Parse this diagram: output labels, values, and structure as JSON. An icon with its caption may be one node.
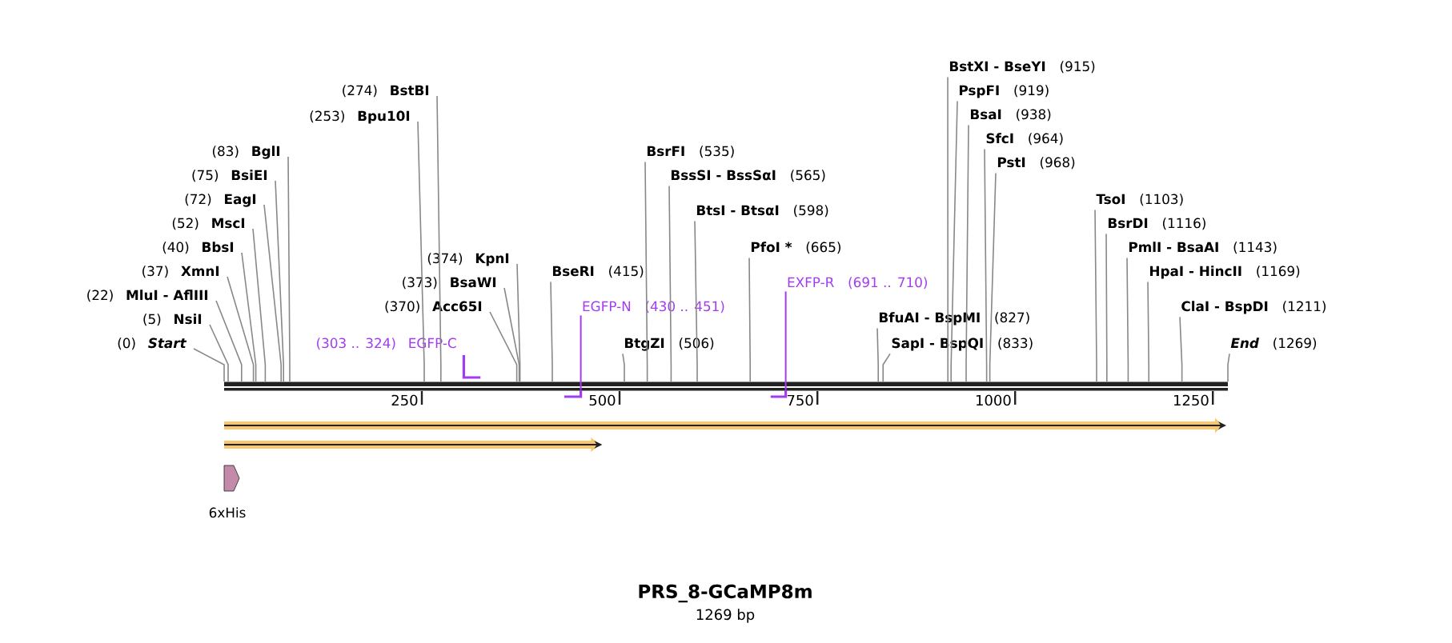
{
  "diagram": {
    "title": "PRS_8-GCaMP8m",
    "caption": "1269 bp",
    "nodes": [
      {
        "text": [],
        "shape": "bar"
      },
      {
        "text": [
          "Start"
        ],
        "beside": [
          "(0)"
        ]
      },
      {
        "text": [
          "NsiI"
        ],
        "beside": [
          "(5)"
        ]
      },
      {
        "text": [
          "MluI - AflIII"
        ],
        "beside": [
          "(22)"
        ]
      },
      {
        "text": [
          "XmnI"
        ],
        "beside": [
          "(37)"
        ]
      },
      {
        "text": [
          "BbsI"
        ],
        "beside": [
          "(40)"
        ]
      },
      {
        "text": [
          "MscI"
        ],
        "beside": [
          "(52)"
        ]
      },
      {
        "text": [
          "EagI"
        ],
        "beside": [
          "(72)"
        ]
      },
      {
        "text": [
          "BsiEI"
        ],
        "beside": [
          "(75)"
        ]
      },
      {
        "text": [
          "BglI"
        ],
        "beside": [
          "(83)"
        ]
      },
      {
        "text": [
          "Bpu10I"
        ],
        "beside": [
          "(253)"
        ]
      },
      {
        "text": [
          "BstBI"
        ],
        "beside": [
          "(274)"
        ]
      },
      {
        "text": [
          "Acc65I"
        ],
        "beside": [
          "(370)"
        ]
      },
      {
        "text": [
          "BsaWI"
        ],
        "beside": [
          "(373)"
        ]
      },
      {
        "text": [
          "KpnI"
        ],
        "beside": [
          "(374)"
        ]
      },
      {
        "text": [
          "BseRI"
        ],
        "beside": [
          "(415)"
        ]
      },
      {
        "text": [
          "BtgZI"
        ],
        "beside": [
          "(506)"
        ]
      },
      {
        "text": [
          "BsrFI"
        ],
        "beside": [
          "(535)"
        ]
      },
      {
        "text": [
          "BssSI - BssSαI"
        ],
        "beside": [
          "(565)"
        ]
      },
      {
        "text": [
          "BtsI - BtsαI"
        ],
        "beside": [
          "(598)"
        ]
      },
      {
        "text": [
          "PfoI *"
        ],
        "beside": [
          "(665)"
        ]
      },
      {
        "text": [
          "BfuAI - BspMI"
        ],
        "beside": [
          "(827)"
        ]
      },
      {
        "text": [
          "SapI - BspQI"
        ],
        "beside": [
          "(833)"
        ]
      },
      {
        "text": [
          "BstXI - BseYI"
        ],
        "beside": [
          "(915)"
        ]
      },
      {
        "text": [
          "PspFI"
        ],
        "beside": [
          "(919)"
        ]
      },
      {
        "text": [
          "BsaI"
        ],
        "beside": [
          "(938)"
        ]
      },
      {
        "text": [
          "SfcI"
        ],
        "beside": [
          "(964)"
        ]
      },
      {
        "text": [
          "PstI"
        ],
        "beside": [
          "(968)"
        ]
      },
      {
        "text": [
          "TsoI"
        ],
        "beside": [
          "(1103)"
        ]
      },
      {
        "text": [
          "BsrDI"
        ],
        "beside": [
          "(1116)"
        ]
      },
      {
        "text": [
          "PmlI - BsaAI"
        ],
        "beside": [
          "(1143)"
        ]
      },
      {
        "text": [
          "HpaI - HincII"
        ],
        "beside": [
          "(1169)"
        ]
      },
      {
        "text": [
          "ClaI - BspDI"
        ],
        "beside": [
          "(1211)"
        ]
      },
      {
        "text": [
          "End"
        ],
        "beside": [
          "(1269)"
        ]
      },
      {
        "text": [
          "EGFP-C"
        ],
        "beside": [
          "(303 .. 324)"
        ]
      },
      {
        "text": [
          "EGFP-N"
        ],
        "beside": [
          "(430 .. 451)"
        ]
      },
      {
        "text": [
          "EXFP-R"
        ],
        "beside": [
          "(691 .. 710)"
        ]
      },
      {
        "text": [],
        "shape": "bracket"
      },
      {
        "text": [],
        "shape": "bracket"
      },
      {
        "text": [],
        "shape": "bracket"
      },
      {
        "text": [],
        "shape": "arrow"
      },
      {
        "text": [],
        "shape": "arrow"
      },
      {
        "text": [
          "6xHis"
        ]
      }
    ],
    "edges": [
      {
        "from": 1,
        "to": 0,
        "arrow": "none"
      },
      {
        "from": 2,
        "to": 0,
        "arrow": "none"
      },
      {
        "from": 3,
        "to": 0,
        "arrow": "none"
      },
      {
        "from": 4,
        "to": 0,
        "arrow": "none"
      },
      {
        "from": 5,
        "to": 0,
        "arrow": "none"
      },
      {
        "from": 6,
        "to": 0,
        "arrow": "none"
      },
      {
        "from": 7,
        "to": 0,
        "arrow": "none"
      },
      {
        "from": 8,
        "to": 0,
        "arrow": "none"
      },
      {
        "from": 9,
        "to": 0,
        "arrow": "none"
      },
      {
        "from": 10,
        "to": 0,
        "arrow": "none"
      },
      {
        "from": 11,
        "to": 0,
        "arrow": "none"
      },
      {
        "from": 12,
        "to": 0,
        "arrow": "none"
      },
      {
        "from": 13,
        "to": 0,
        "arrow": "none"
      },
      {
        "from": 14,
        "to": 0,
        "arrow": "none"
      },
      {
        "from": 15,
        "to": 0,
        "arrow": "none"
      },
      {
        "from": 16,
        "to": 0,
        "arrow": "none"
      },
      {
        "from": 17,
        "to": 0,
        "arrow": "none"
      },
      {
        "from": 18,
        "to": 0,
        "arrow": "none"
      },
      {
        "from": 19,
        "to": 0,
        "arrow": "none"
      },
      {
        "from": 20,
        "to": 0,
        "arrow": "none"
      },
      {
        "from": 21,
        "to": 0,
        "arrow": "none"
      },
      {
        "from": 22,
        "to": 0,
        "arrow": "none"
      },
      {
        "from": 23,
        "to": 0,
        "arrow": "none"
      },
      {
        "from": 24,
        "to": 0,
        "arrow": "none"
      },
      {
        "from": 25,
        "to": 0,
        "arrow": "none"
      },
      {
        "from": 26,
        "to": 0,
        "arrow": "none"
      },
      {
        "from": 27,
        "to": 0,
        "arrow": "none"
      },
      {
        "from": 28,
        "to": 0,
        "arrow": "none"
      },
      {
        "from": 29,
        "to": 0,
        "arrow": "none"
      },
      {
        "from": 30,
        "to": 0,
        "arrow": "none"
      },
      {
        "from": 31,
        "to": 0,
        "arrow": "none"
      },
      {
        "from": 32,
        "to": 0,
        "arrow": "none"
      },
      {
        "from": 33,
        "to": 0,
        "arrow": "none"
      },
      {
        "from": 35,
        "to": 38,
        "arrow": "none",
        "color": "#a23cf0"
      },
      {
        "from": 36,
        "to": 39,
        "arrow": "none",
        "color": "#a23cf0"
      }
    ],
    "labels": [
      "250",
      "500",
      "750",
      "1000",
      "1250"
    ]
  }
}
